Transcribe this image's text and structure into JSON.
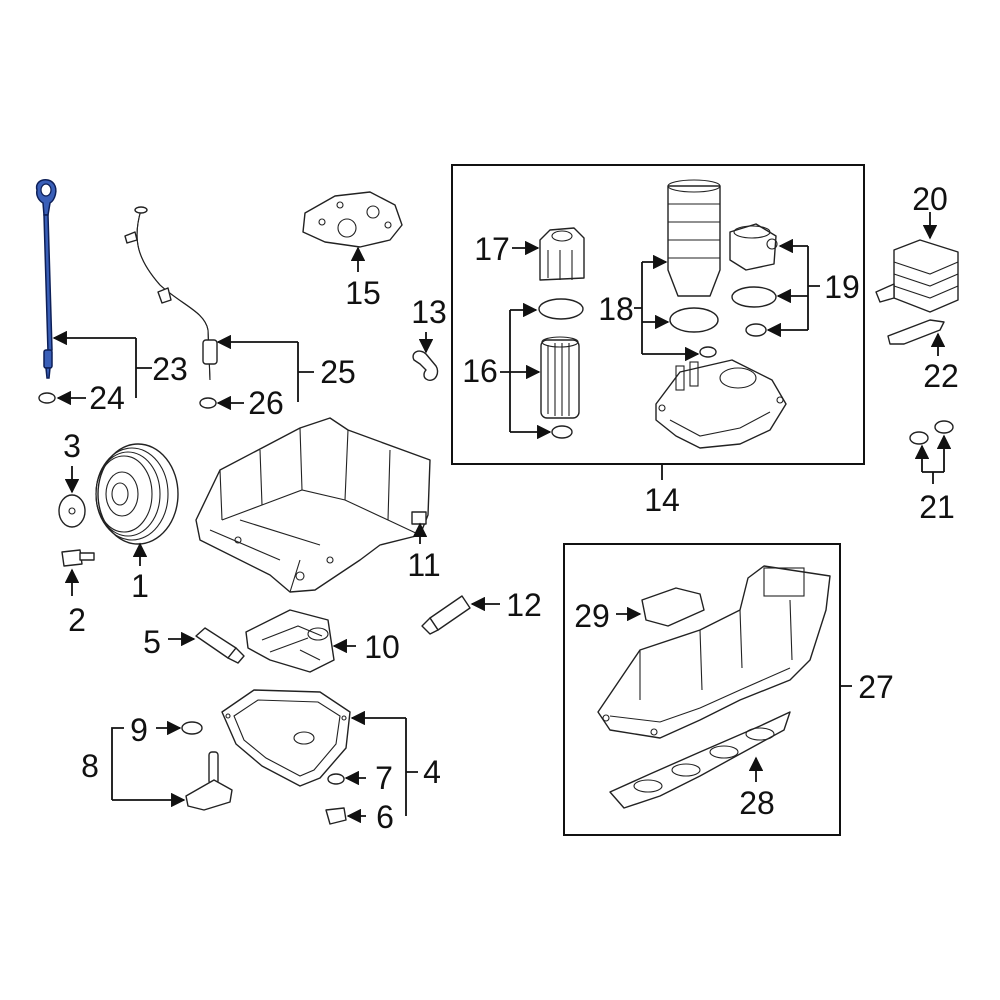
{
  "colors": {
    "background": "#ffffff",
    "line": "#222222",
    "highlight": "#3a5fb8"
  },
  "callouts": {
    "n1": "1",
    "n2": "2",
    "n3": "3",
    "n4": "4",
    "n5": "5",
    "n6": "6",
    "n7": "7",
    "n8": "8",
    "n9": "9",
    "n10": "10",
    "n11": "11",
    "n12": "12",
    "n13": "13",
    "n14": "14",
    "n15": "15",
    "n16": "16",
    "n17": "17",
    "n18": "18",
    "n19": "19",
    "n20": "20",
    "n21": "21",
    "n22": "22",
    "n23": "23",
    "n24": "24",
    "n25": "25",
    "n26": "26",
    "n27": "27",
    "n28": "28",
    "n29": "29"
  }
}
